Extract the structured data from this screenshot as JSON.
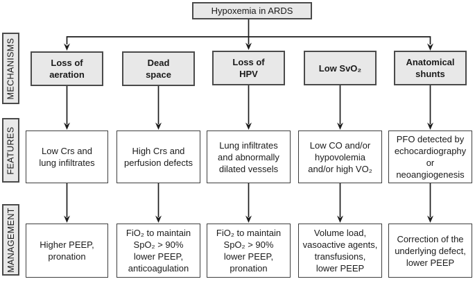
{
  "title": "Hypoxemia in ARDS",
  "row_labels": {
    "mechanisms": "MECHANISMS",
    "features": "FEATURES",
    "management": "MANAGEMENT"
  },
  "columns": [
    {
      "mechanism": "Loss of\naeration",
      "feature": "Low Crs and\nlung infiltrates",
      "management": "Higher PEEP,\npronation"
    },
    {
      "mechanism": "Dead\nspace",
      "feature": "High Crs and\nperfusion defects",
      "management": "FiO₂ to maintain\nSpO₂ > 90%\nlower PEEP,\nanticoagulation"
    },
    {
      "mechanism": "Loss of\nHPV",
      "feature": "Lung infiltrates\nand abnormally\ndilated vessels",
      "management": "FiO₂ to maintain\nSpO₂ > 90%\nlower PEEP,\npronation"
    },
    {
      "mechanism": "Low SvO₂",
      "feature": "Low CO and/or\nhypovolemia\nand/or high VO₂",
      "management": "Volume load,\nvasoactive agents,\ntransfusions,\nlower PEEP"
    },
    {
      "mechanism": "Anatomical\nshunts",
      "feature": "PFO detected by\nechocardiography\nor\nneoangiogenesis",
      "management": "Correction of the\nunderlying defect,\nlower PEEP"
    }
  ],
  "colors": {
    "gray_box_fill": "#e8e8e8",
    "white_box_fill": "#ffffff",
    "box_border": "#4a4a4a",
    "arrow_line": "#1c1c1c"
  }
}
